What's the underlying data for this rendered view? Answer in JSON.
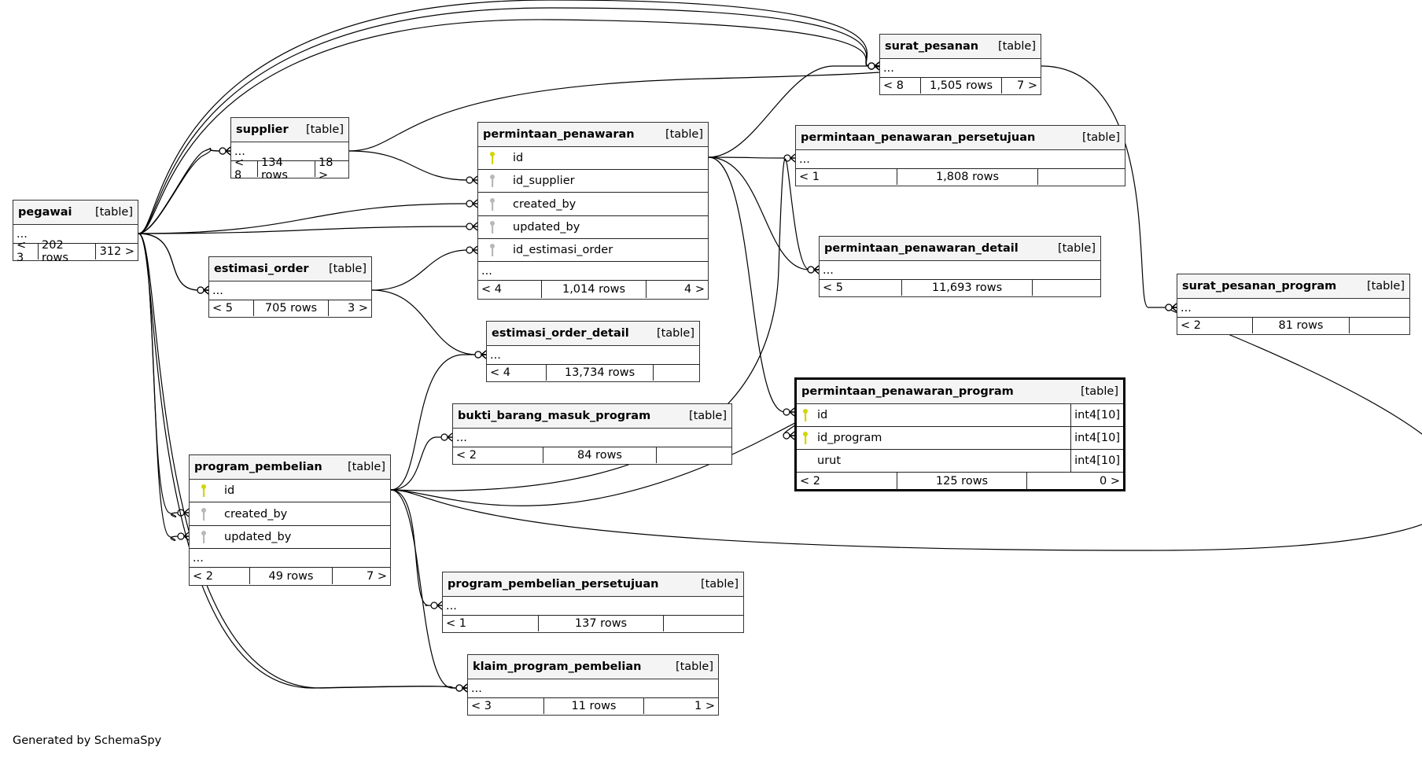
{
  "footer": "Generated by SchemaSpy",
  "colors": {
    "pk_key": "#d4d400",
    "fk_key": "#b8b8b8",
    "header_bg": "#f4f4f4"
  },
  "type_label": "[table]",
  "ellipsis": "...",
  "tables": {
    "pegawai": {
      "name": "pegawai",
      "left": "< 3",
      "rows": "202 rows",
      "right": "312 >"
    },
    "supplier": {
      "name": "supplier",
      "left": "< 8",
      "rows": "134 rows",
      "right": "18 >"
    },
    "estimasi_order": {
      "name": "estimasi_order",
      "left": "< 5",
      "rows": "705 rows",
      "right": "3 >"
    },
    "permintaan_penawaran": {
      "name": "permintaan_penawaran",
      "left": "< 4",
      "rows": "1,014 rows",
      "right": "4 >",
      "columns": [
        {
          "name": "id",
          "key": "pk-key-icon"
        },
        {
          "name": "id_supplier",
          "key": "fk-key-icon"
        },
        {
          "name": "created_by",
          "key": "fk-key-icon"
        },
        {
          "name": "updated_by",
          "key": "fk-key-icon"
        },
        {
          "name": "id_estimasi_order",
          "key": "fk-key-icon"
        }
      ]
    },
    "estimasi_order_detail": {
      "name": "estimasi_order_detail",
      "left": "< 4",
      "rows": "13,734 rows",
      "right": ""
    },
    "bukti_barang_masuk_program": {
      "name": "bukti_barang_masuk_program",
      "left": "< 2",
      "rows": "84 rows",
      "right": ""
    },
    "program_pembelian": {
      "name": "program_pembelian",
      "left": "< 2",
      "rows": "49 rows",
      "right": "7 >",
      "columns": [
        {
          "name": "id",
          "key": "pk-key-icon"
        },
        {
          "name": "created_by",
          "key": "fk-key-icon"
        },
        {
          "name": "updated_by",
          "key": "fk-key-icon"
        }
      ]
    },
    "program_pembelian_persetujuan": {
      "name": "program_pembelian_persetujuan",
      "left": "< 1",
      "rows": "137 rows",
      "right": ""
    },
    "klaim_program_pembelian": {
      "name": "klaim_program_pembelian",
      "left": "< 3",
      "rows": "11 rows",
      "right": "1 >"
    },
    "surat_pesanan": {
      "name": "surat_pesanan",
      "left": "< 8",
      "rows": "1,505 rows",
      "right": "7 >"
    },
    "permintaan_penawaran_persetujuan": {
      "name": "permintaan_penawaran_persetujuan",
      "left": "< 1",
      "rows": "1,808 rows",
      "right": ""
    },
    "permintaan_penawaran_detail": {
      "name": "permintaan_penawaran_detail",
      "left": "< 5",
      "rows": "11,693 rows",
      "right": ""
    },
    "permintaan_penawaran_program": {
      "name": "permintaan_penawaran_program",
      "left": "< 2",
      "rows": "125 rows",
      "right": "0 >",
      "columns": [
        {
          "name": "id",
          "key": "pk-key-icon",
          "type": "int4[10]"
        },
        {
          "name": "id_program",
          "key": "pk-key-icon",
          "type": "int4[10]"
        },
        {
          "name": "urut",
          "key": "",
          "type": "int4[10]"
        }
      ]
    },
    "surat_pesanan_program": {
      "name": "surat_pesanan_program",
      "left": "< 2",
      "rows": "81 rows",
      "right": ""
    }
  },
  "relationships": [
    {
      "from": "pegawai",
      "to": "surat_pesanan"
    },
    {
      "from": "pegawai",
      "to": "surat_pesanan"
    },
    {
      "from": "pegawai",
      "to": "surat_pesanan"
    },
    {
      "from": "pegawai",
      "to": "supplier"
    },
    {
      "from": "pegawai",
      "to": "supplier"
    },
    {
      "from": "pegawai",
      "to": "permintaan_penawaran.created_by"
    },
    {
      "from": "pegawai",
      "to": "permintaan_penawaran.updated_by"
    },
    {
      "from": "pegawai",
      "to": "estimasi_order"
    },
    {
      "from": "pegawai",
      "to": "estimasi_order"
    },
    {
      "from": "pegawai",
      "to": "program_pembelian.created_by"
    },
    {
      "from": "pegawai",
      "to": "program_pembelian.updated_by"
    },
    {
      "from": "pegawai",
      "to": "klaim_program_pembelian"
    },
    {
      "from": "pegawai",
      "to": "klaim_program_pembelian"
    },
    {
      "from": "supplier",
      "to": "surat_pesanan"
    },
    {
      "from": "supplier",
      "to": "permintaan_penawaran.id_supplier"
    },
    {
      "from": "estimasi_order",
      "to": "permintaan_penawaran.id_estimasi_order"
    },
    {
      "from": "estimasi_order",
      "to": "estimasi_order_detail"
    },
    {
      "from": "permintaan_penawaran.id",
      "to": "surat_pesanan"
    },
    {
      "from": "permintaan_penawaran.id",
      "to": "permintaan_penawaran_persetujuan"
    },
    {
      "from": "permintaan_penawaran.id",
      "to": "permintaan_penawaran_detail"
    },
    {
      "from": "permintaan_penawaran.id",
      "to": "permintaan_penawaran_program.id"
    },
    {
      "from": "surat_pesanan",
      "to": "surat_pesanan_program"
    },
    {
      "from": "program_pembelian.id",
      "to": "estimasi_order_detail"
    },
    {
      "from": "program_pembelian.id",
      "to": "bukti_barang_masuk_program"
    },
    {
      "from": "program_pembelian.id",
      "to": "permintaan_penawaran_detail"
    },
    {
      "from": "program_pembelian.id",
      "to": "permintaan_penawaran_program.id_program"
    },
    {
      "from": "program_pembelian.id",
      "to": "surat_pesanan_program"
    },
    {
      "from": "program_pembelian.id",
      "to": "program_pembelian_persetujuan"
    },
    {
      "from": "program_pembelian.id",
      "to": "klaim_program_pembelian"
    }
  ]
}
